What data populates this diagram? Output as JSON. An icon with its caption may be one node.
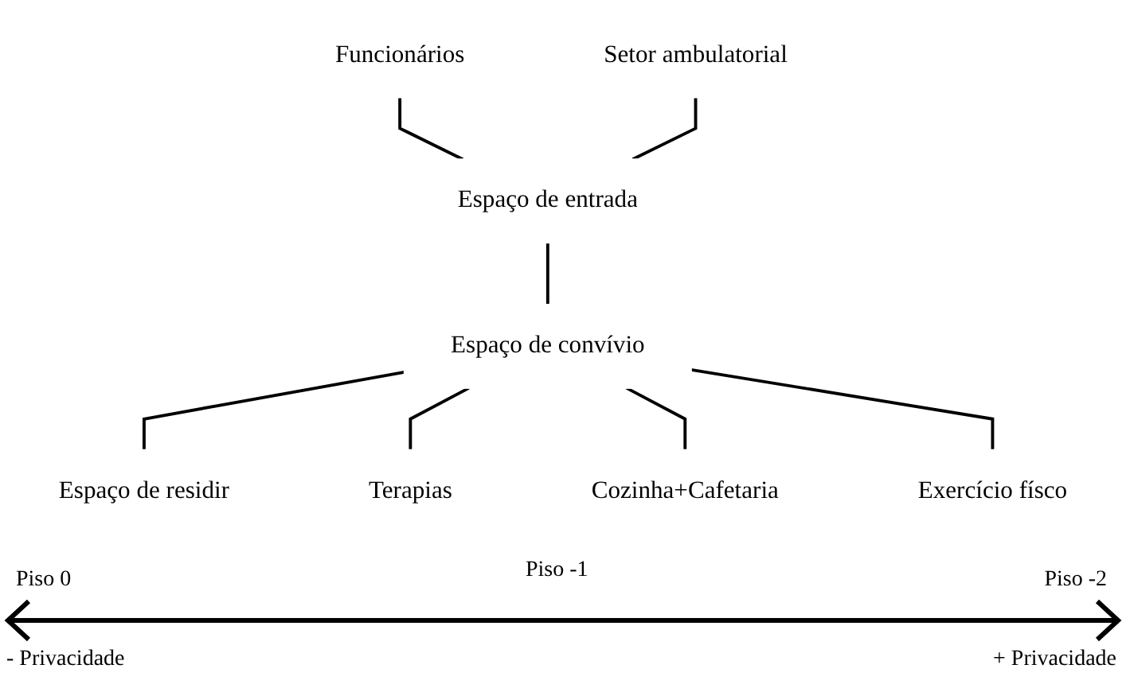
{
  "diagram": {
    "nodes": [
      {
        "text": [
          "Funcionários"
        ]
      },
      {
        "text": [
          "Setor ambulatorial"
        ]
      },
      {
        "text": [
          "Espaço de entrada"
        ]
      },
      {
        "text": [
          "Espaço de convívio"
        ]
      },
      {
        "text": [
          "Espaço de residir"
        ]
      },
      {
        "text": [
          "Terapias"
        ]
      },
      {
        "text": [
          "Cozinha+Cafetaria"
        ]
      },
      {
        "text": [
          "Exercício físco"
        ]
      }
    ],
    "edges": [
      {
        "from": 0,
        "to": 2,
        "arrow": "none"
      },
      {
        "from": 1,
        "to": 2,
        "arrow": "none"
      },
      {
        "from": 2,
        "to": 3,
        "arrow": "none"
      },
      {
        "from": 3,
        "to": 4,
        "arrow": "none"
      },
      {
        "from": 3,
        "to": 5,
        "arrow": "none"
      },
      {
        "from": 3,
        "to": 6,
        "arrow": "none"
      },
      {
        "from": 3,
        "to": 7,
        "arrow": "none"
      }
    ],
    "labels": [
      "Piso 0",
      "Piso -1",
      "Piso -2",
      "- Privacidade",
      "+ Privacidade"
    ]
  }
}
